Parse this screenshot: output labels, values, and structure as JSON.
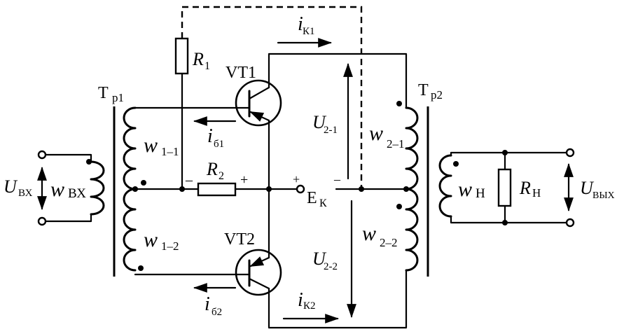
{
  "labels": {
    "tr1": "Т",
    "tr1_sub": "р1",
    "tr2": "Т",
    "tr2_sub": "р2",
    "vt1": "VT1",
    "vt2": "VT2",
    "r1": "R",
    "r1_sub": "1",
    "r2": "R",
    "r2_sub": "2",
    "rn": "R",
    "rn_sub": "Н",
    "ek": "Е",
    "ek_sub": "К",
    "u_in": "U",
    "u_in_sub": "ВХ",
    "u_out": "U",
    "u_out_sub": "ВЫХ",
    "w_in": "w",
    "w_in_sub": "ВХ",
    "w11": "w",
    "w11_sub": "1–1",
    "w12": "w",
    "w12_sub": "1–2",
    "w21": "w",
    "w21_sub": "2–1",
    "w22": "w",
    "w22_sub": "2–2",
    "wn": "w",
    "wn_sub": "Н",
    "ik1": "i",
    "ik1_sub": "К1",
    "ik2": "i",
    "ik2_sub": "К2",
    "ib1": "i",
    "ib1_sub": "б1",
    "ib2": "i",
    "ib2_sub": "б2",
    "u21": "U",
    "u21_sub": "2-1",
    "u22": "U",
    "u22_sub": "2-2",
    "plus": "+",
    "minus": "–"
  }
}
